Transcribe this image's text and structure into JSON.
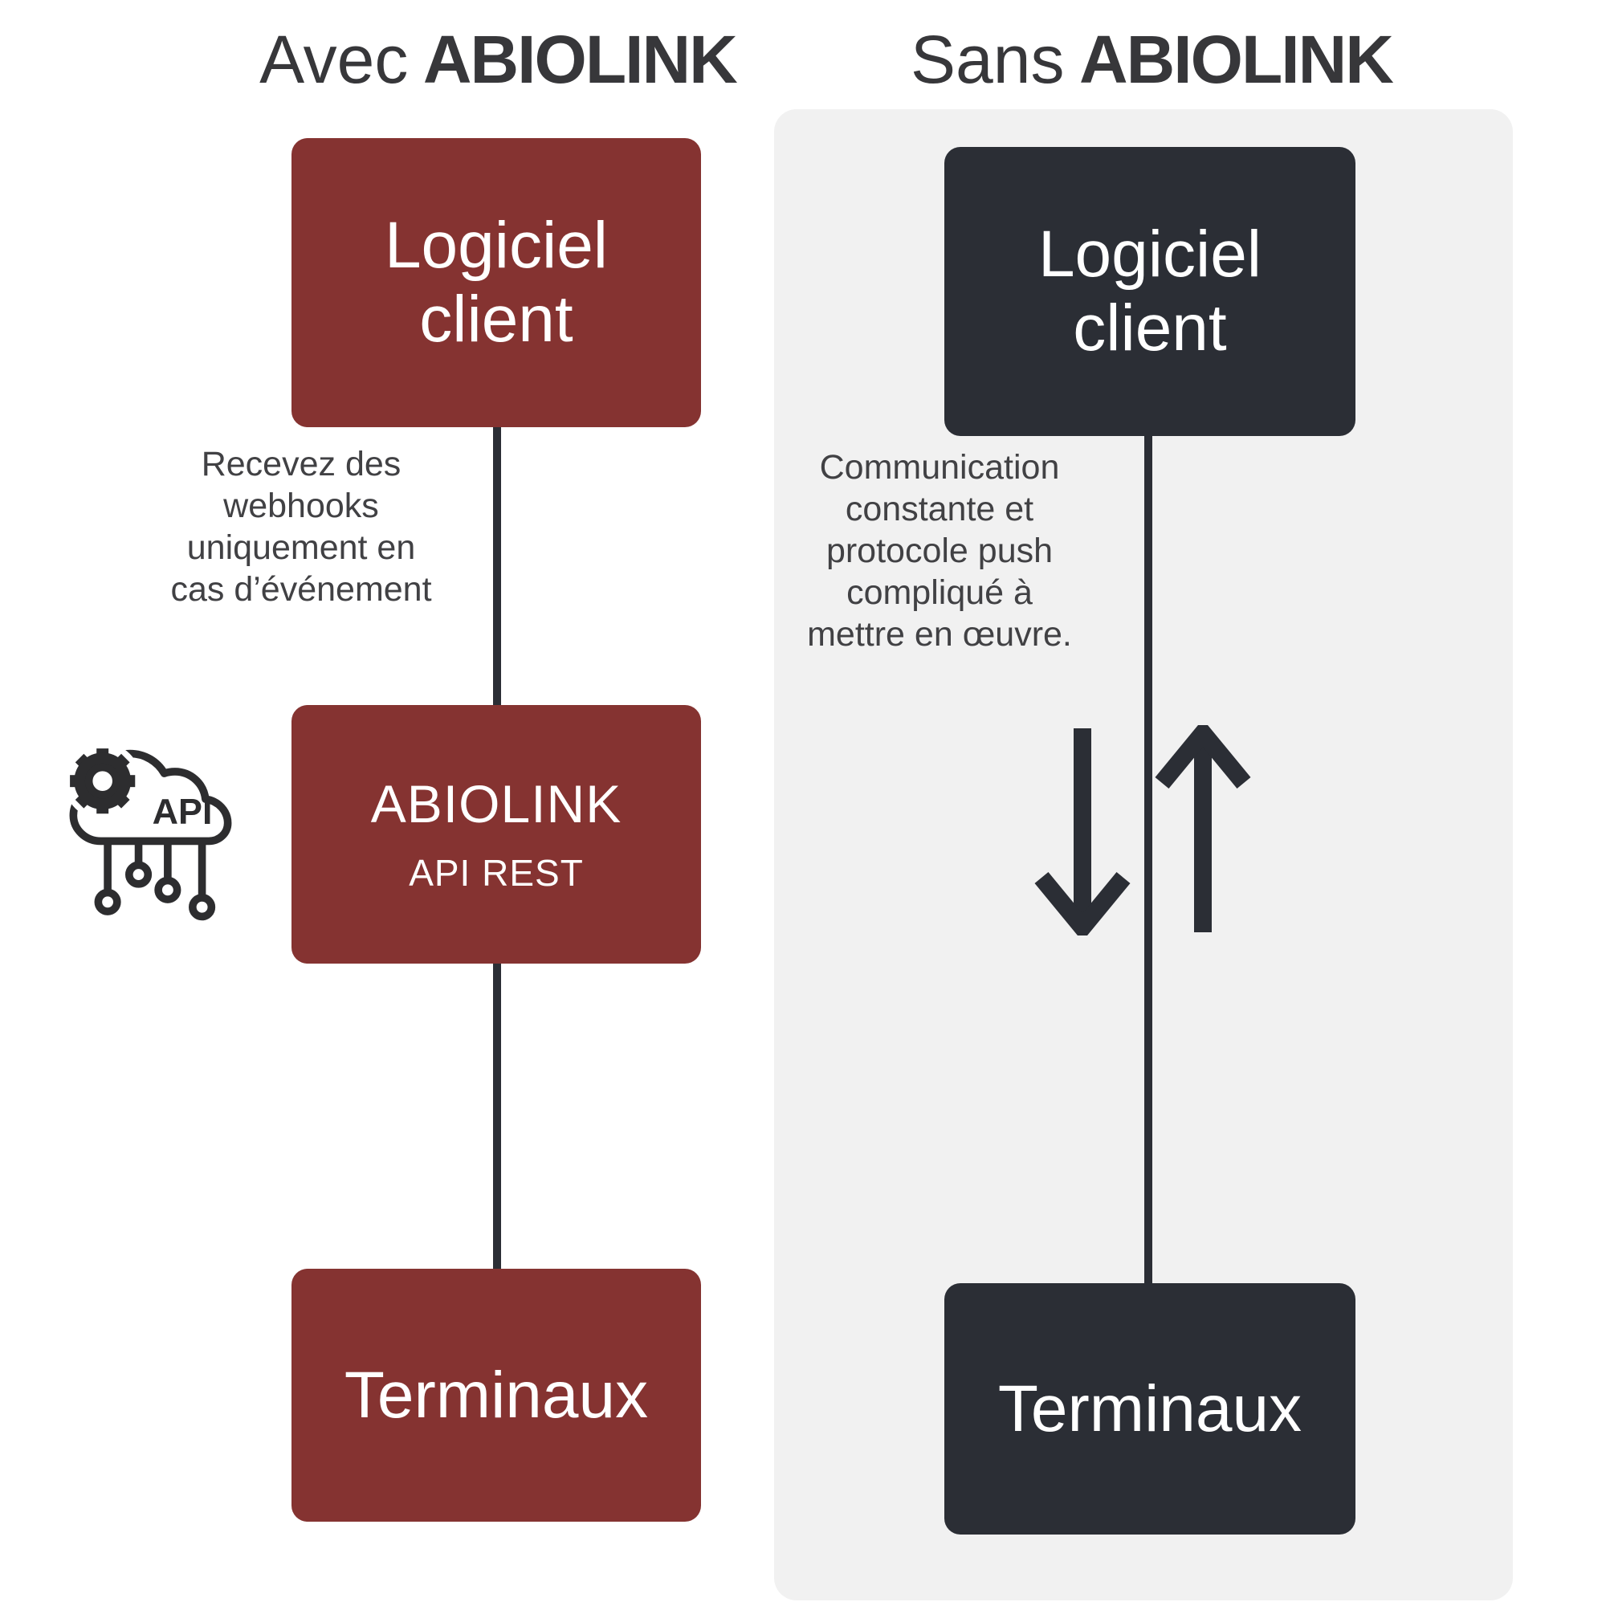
{
  "titles": {
    "left": {
      "prefix": "Avec",
      "brand": "ABIOLINK"
    },
    "right": {
      "prefix": "Sans",
      "brand": "ABIOLINK"
    }
  },
  "left_column": {
    "box_top": {
      "lines": [
        "Logiciel",
        "client"
      ]
    },
    "annotation": {
      "lines": [
        "Recevez des",
        "webhooks",
        "uniquement en",
        "cas d’événement"
      ]
    },
    "box_middle": {
      "title": "ABIOLINK",
      "subtitle": "API REST"
    },
    "box_bottom": {
      "label": "Terminaux"
    },
    "icon_label": "API"
  },
  "right_column": {
    "box_top": {
      "lines": [
        "Logiciel",
        "client"
      ]
    },
    "annotation": {
      "lines": [
        "Communication",
        "constante et",
        "protocole push",
        "compliqué à",
        "mettre en œuvre."
      ]
    },
    "box_bottom": {
      "label": "Terminaux"
    }
  },
  "colors": {
    "accent_red": "#853331",
    "charcoal": "#2b2e35",
    "panel_gray": "#f1f1f1",
    "text_dark": "#37373a",
    "text_on_box": "#ffffff"
  }
}
